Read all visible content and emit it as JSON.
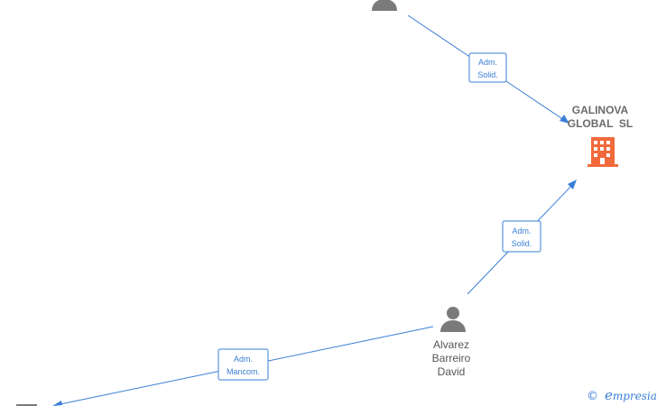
{
  "company": {
    "name_line1": "GALINOVA",
    "name_line2": "GLOBAL  SL",
    "icon": "building-icon",
    "color": "#f26a3c"
  },
  "persons": [
    {
      "id": "top",
      "icon": "person-icon"
    },
    {
      "id": "alvarez",
      "icon": "person-icon",
      "name_lines": [
        "Alvarez",
        "Barreiro",
        "David"
      ]
    },
    {
      "id": "bottom-left",
      "icon": "person-icon"
    }
  ],
  "edges": [
    {
      "id": "top-to-company",
      "label_lines": [
        "Adm.",
        "Solid."
      ]
    },
    {
      "id": "alvarez-to-company",
      "label_lines": [
        "Adm.",
        "Solid."
      ]
    },
    {
      "id": "alvarez-to-bottom-left",
      "label_lines": [
        "Adm.",
        "Mancom."
      ]
    }
  ],
  "watermark": {
    "copyright_symbol": "©",
    "brand_initial": "e",
    "brand_rest": "mpresia"
  },
  "colors": {
    "edge": "#3a7fd5",
    "person": "#7a7a7a",
    "company": "#f26a3c"
  }
}
